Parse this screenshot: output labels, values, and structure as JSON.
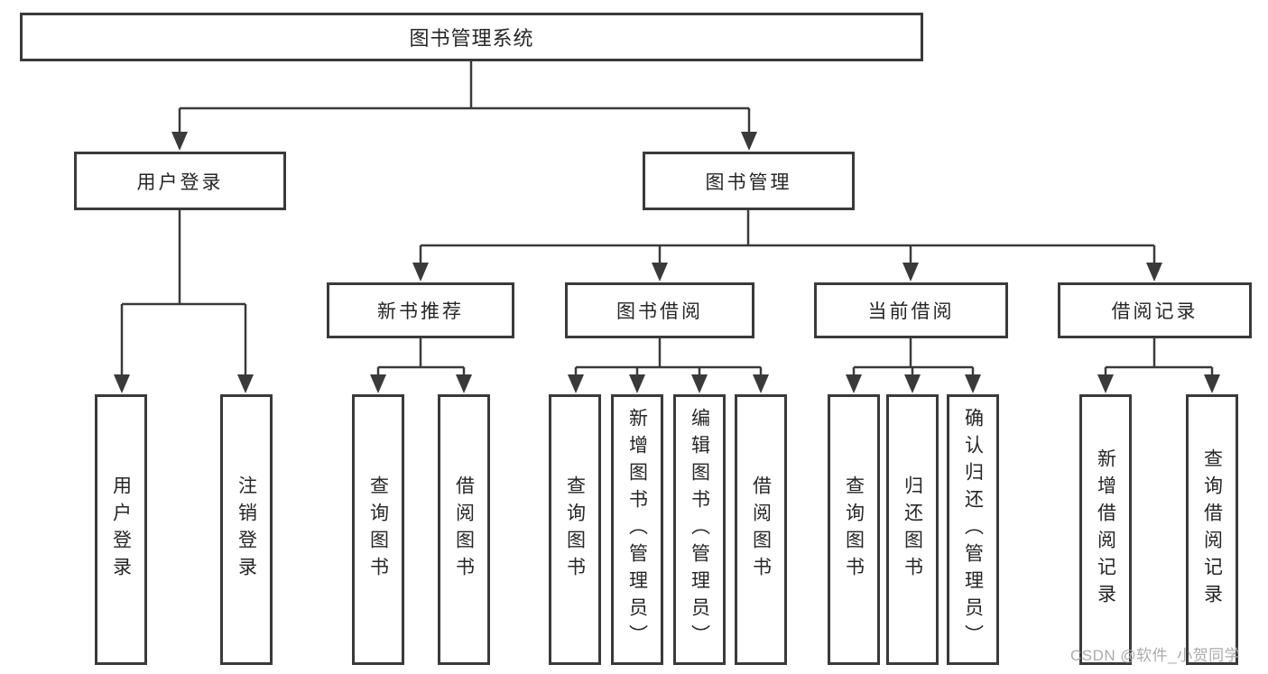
{
  "tree": {
    "root": {
      "label": "图书管理系统"
    },
    "level2": [
      {
        "label": "用户登录",
        "children": [
          {
            "label": "用户登录"
          },
          {
            "label": "注销登录"
          }
        ]
      },
      {
        "label": "图书管理",
        "children": [
          {
            "label": "新书推荐",
            "children": [
              {
                "label": "查询图书"
              },
              {
                "label": "借阅图书"
              }
            ]
          },
          {
            "label": "图书借阅",
            "children": [
              {
                "label": "查询图书"
              },
              {
                "label": "新增图书（管理员）"
              },
              {
                "label": "编辑图书（管理员）"
              },
              {
                "label": "借阅图书"
              }
            ]
          },
          {
            "label": "当前借阅",
            "children": [
              {
                "label": "查询图书"
              },
              {
                "label": "归还图书"
              },
              {
                "label": "确认归还（管理员）"
              }
            ]
          },
          {
            "label": "借阅记录",
            "children": [
              {
                "label": "新增借阅记录"
              },
              {
                "label": "查询借阅记录"
              }
            ]
          }
        ]
      }
    ]
  },
  "watermark": {
    "text": "CSDN @软件_小贺同学"
  },
  "colors": {
    "line": "#3a3a3a",
    "border": "#3a3a3a",
    "box_background": "#ffffff",
    "text": "#262626",
    "watermark": "#ababab",
    "background": "#ffffff"
  }
}
